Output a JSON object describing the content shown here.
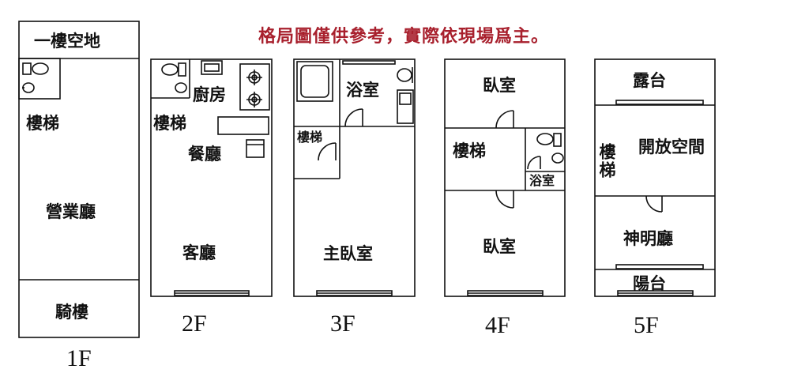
{
  "disclaimer": "格局圖僅供參考，實際依現場爲主。",
  "floors": {
    "f1": {
      "name": "1F",
      "rooms": [
        "一樓空地",
        "樓梯",
        "營業廳",
        "騎樓"
      ]
    },
    "f2": {
      "name": "2F",
      "rooms": [
        "廚房",
        "樓梯",
        "餐廳",
        "客廳"
      ]
    },
    "f3": {
      "name": "3F",
      "rooms": [
        "浴室",
        "樓梯",
        "主臥室"
      ]
    },
    "f4": {
      "name": "4F",
      "rooms": [
        "臥室",
        "樓梯",
        "浴室",
        "臥室"
      ]
    },
    "f5": {
      "name": "5F",
      "rooms": [
        "露台",
        "開放空間",
        "樓梯",
        "神明廳",
        "陽台"
      ]
    }
  },
  "colors": {
    "wall": "#111111",
    "disclaimer": "#a8202d"
  }
}
